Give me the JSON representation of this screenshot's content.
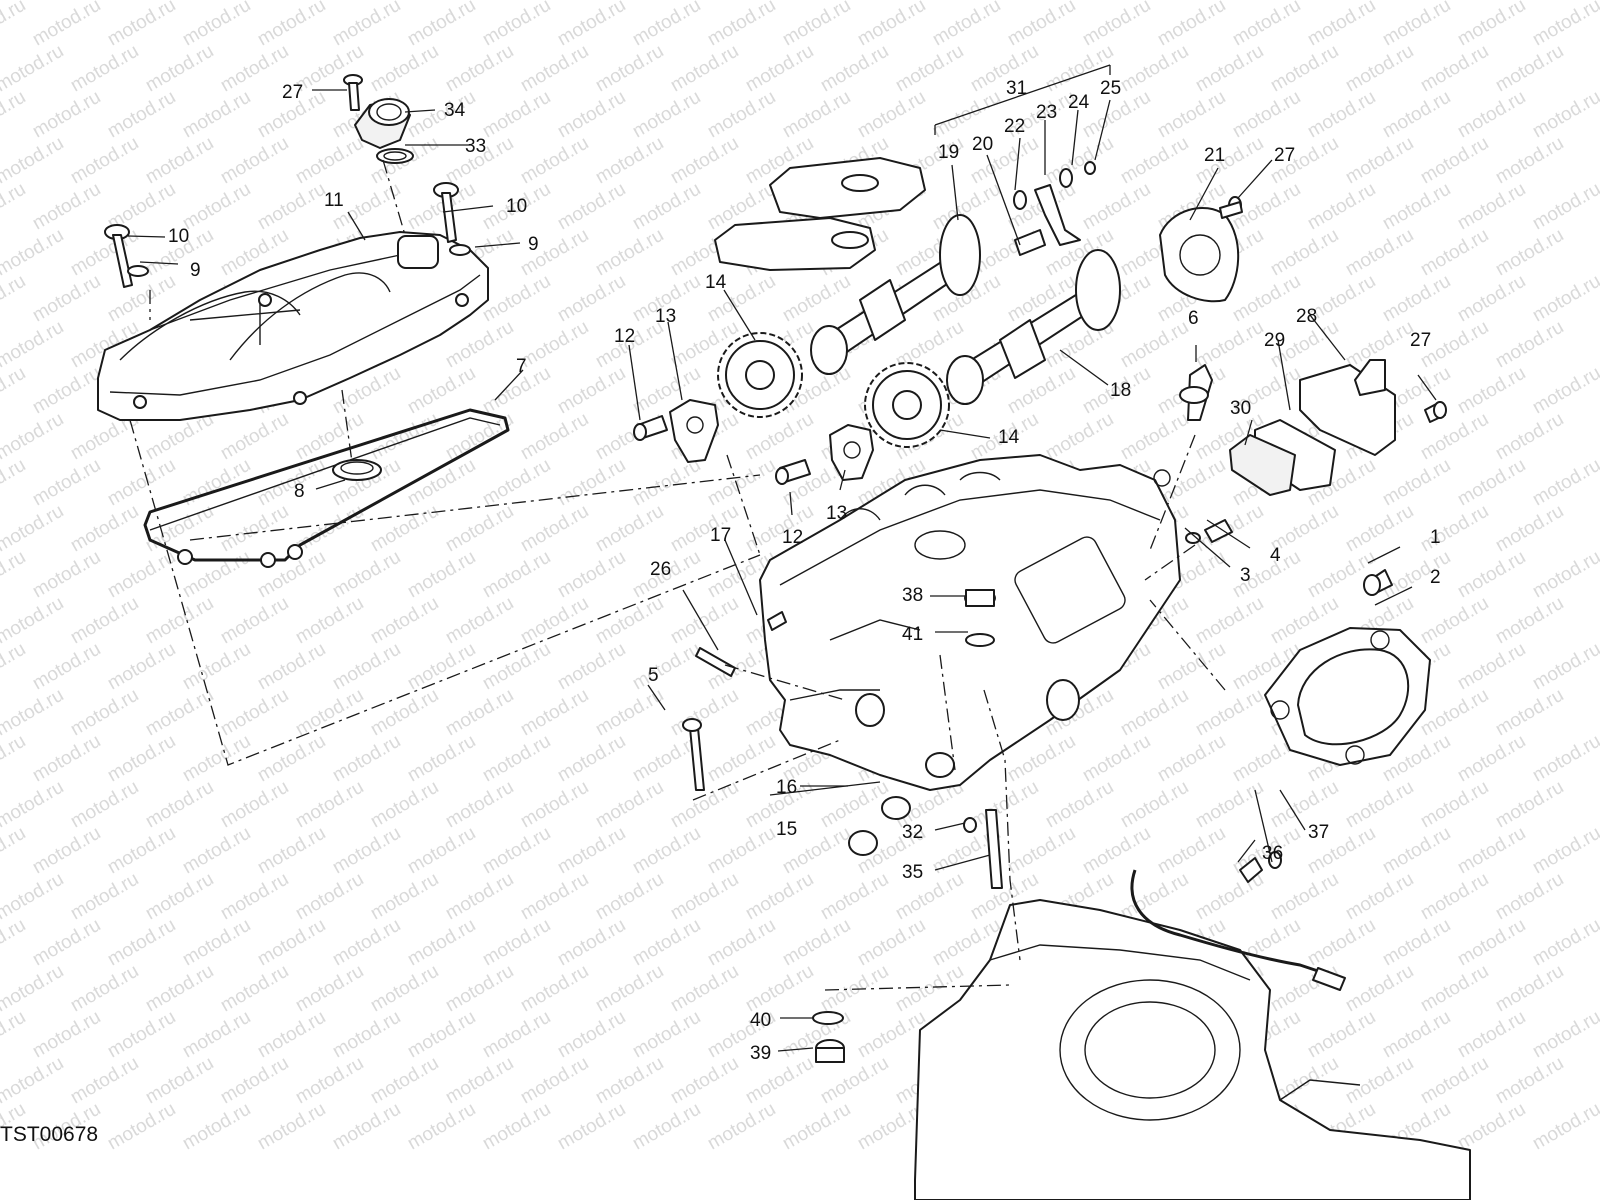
{
  "watermark": {
    "text": "motod.ru"
  },
  "drawing_code": "TST00678",
  "callouts": [
    {
      "id": "c1",
      "text": "1"
    },
    {
      "id": "c2",
      "text": "2"
    },
    {
      "id": "c3",
      "text": "3"
    },
    {
      "id": "c4",
      "text": "4"
    },
    {
      "id": "c5",
      "text": "5"
    },
    {
      "id": "c6",
      "text": "6"
    },
    {
      "id": "c7",
      "text": "7"
    },
    {
      "id": "c8",
      "text": "8"
    },
    {
      "id": "c9a",
      "text": "9"
    },
    {
      "id": "c9b",
      "text": "9"
    },
    {
      "id": "c10a",
      "text": "10"
    },
    {
      "id": "c10b",
      "text": "10"
    },
    {
      "id": "c11",
      "text": "11"
    },
    {
      "id": "c12a",
      "text": "12"
    },
    {
      "id": "c12b",
      "text": "12"
    },
    {
      "id": "c13a",
      "text": "13"
    },
    {
      "id": "c13b",
      "text": "13"
    },
    {
      "id": "c14a",
      "text": "14"
    },
    {
      "id": "c14b",
      "text": "14"
    },
    {
      "id": "c15",
      "text": "15"
    },
    {
      "id": "c16",
      "text": "16"
    },
    {
      "id": "c17",
      "text": "17"
    },
    {
      "id": "c18",
      "text": "18"
    },
    {
      "id": "c19",
      "text": "19"
    },
    {
      "id": "c20",
      "text": "20"
    },
    {
      "id": "c21",
      "text": "21"
    },
    {
      "id": "c22",
      "text": "22"
    },
    {
      "id": "c23",
      "text": "23"
    },
    {
      "id": "c24",
      "text": "24"
    },
    {
      "id": "c25",
      "text": "25"
    },
    {
      "id": "c26",
      "text": "26"
    },
    {
      "id": "c27a",
      "text": "27"
    },
    {
      "id": "c27b",
      "text": "27"
    },
    {
      "id": "c27c",
      "text": "27"
    },
    {
      "id": "c28",
      "text": "28"
    },
    {
      "id": "c29",
      "text": "29"
    },
    {
      "id": "c30",
      "text": "30"
    },
    {
      "id": "c31",
      "text": "31"
    },
    {
      "id": "c32",
      "text": "32"
    },
    {
      "id": "c33",
      "text": "33"
    },
    {
      "id": "c34",
      "text": "34"
    },
    {
      "id": "c35",
      "text": "35"
    },
    {
      "id": "c36",
      "text": "36"
    },
    {
      "id": "c37",
      "text": "37"
    },
    {
      "id": "c38",
      "text": "38"
    },
    {
      "id": "c39",
      "text": "39"
    },
    {
      "id": "c40",
      "text": "40"
    },
    {
      "id": "c41",
      "text": "41"
    }
  ]
}
